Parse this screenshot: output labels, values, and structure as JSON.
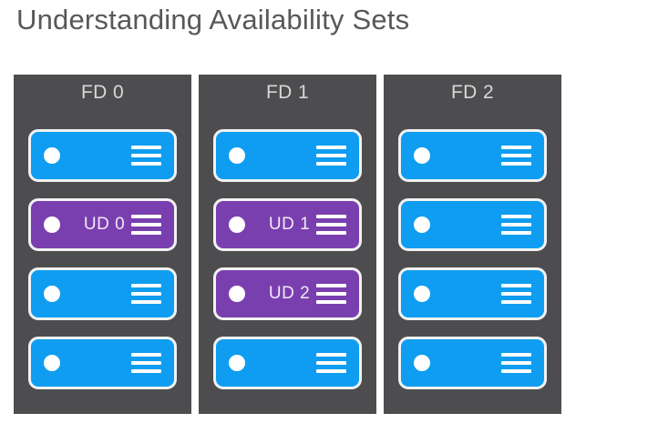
{
  "page": {
    "title": "Understanding Availability Sets",
    "background_color": "#ffffff",
    "title_color": "#58585a"
  },
  "colors": {
    "panel_background": "#4d4d4f",
    "vm_blue": "#0e9df0",
    "vm_purple": "#7a3faf",
    "vm_border": "#f2f2f2",
    "fd_label_color": "#d8d8d8",
    "vm_label_color": "#f0e8f6"
  },
  "diagram": {
    "fault_domains": [
      {
        "label": "FD 0",
        "vms": [
          {
            "label": "",
            "color": "blue",
            "dot_icon": "status-dot-icon",
            "menu_icon": "server-lines-icon"
          },
          {
            "label": "UD 0",
            "color": "purple",
            "dot_icon": "status-dot-icon",
            "menu_icon": "server-lines-icon"
          },
          {
            "label": "",
            "color": "blue",
            "dot_icon": "status-dot-icon",
            "menu_icon": "server-lines-icon"
          },
          {
            "label": "",
            "color": "blue",
            "dot_icon": "status-dot-icon",
            "menu_icon": "server-lines-icon"
          }
        ]
      },
      {
        "label": "FD 1",
        "vms": [
          {
            "label": "",
            "color": "blue",
            "dot_icon": "status-dot-icon",
            "menu_icon": "server-lines-icon"
          },
          {
            "label": "UD 1",
            "color": "purple",
            "dot_icon": "status-dot-icon",
            "menu_icon": "server-lines-icon"
          },
          {
            "label": "UD 2",
            "color": "purple",
            "dot_icon": "status-dot-icon",
            "menu_icon": "server-lines-icon"
          },
          {
            "label": "",
            "color": "blue",
            "dot_icon": "status-dot-icon",
            "menu_icon": "server-lines-icon"
          }
        ]
      },
      {
        "label": "FD 2",
        "vms": [
          {
            "label": "",
            "color": "blue",
            "dot_icon": "status-dot-icon",
            "menu_icon": "server-lines-icon"
          },
          {
            "label": "",
            "color": "blue",
            "dot_icon": "status-dot-icon",
            "menu_icon": "server-lines-icon"
          },
          {
            "label": "",
            "color": "blue",
            "dot_icon": "status-dot-icon",
            "menu_icon": "server-lines-icon"
          },
          {
            "label": "",
            "color": "blue",
            "dot_icon": "status-dot-icon",
            "menu_icon": "server-lines-icon"
          }
        ]
      }
    ]
  }
}
